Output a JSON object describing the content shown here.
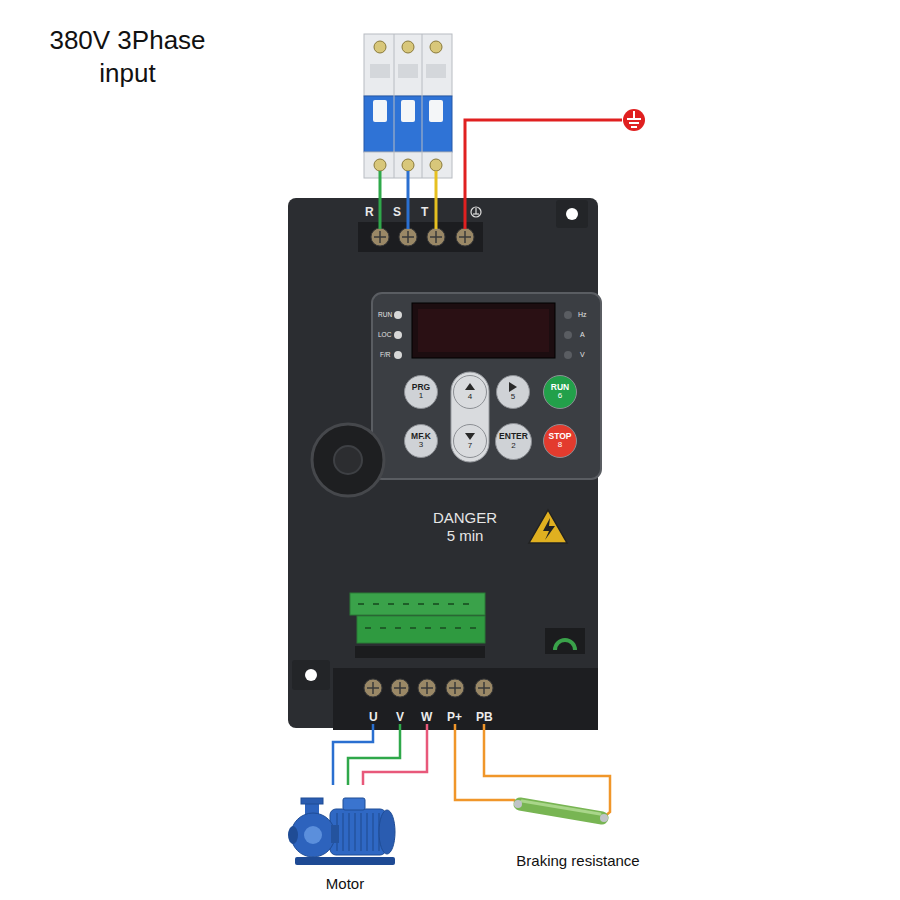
{
  "diagram": {
    "title": "380V 3Phase input",
    "nodes": [
      {
        "text": [
          "PRG",
          "1"
        ]
      },
      {
        "text": [
          "4"
        ]
      },
      {
        "text": [
          "5"
        ]
      },
      {
        "text": [
          "RUN",
          "6"
        ]
      },
      {
        "text": [
          "MF.K",
          "3"
        ]
      },
      {
        "text": [
          "7"
        ]
      },
      {
        "text": [
          "ENTER",
          "2"
        ]
      },
      {
        "text": [
          "STOP",
          "8"
        ]
      },
      {
        "text": [
          "U"
        ]
      },
      {
        "text": [
          "V"
        ]
      },
      {
        "text": [
          "W"
        ]
      },
      {
        "text": [
          "P+"
        ]
      },
      {
        "text": [
          "PB"
        ]
      },
      {
        "text": [
          "Motor"
        ]
      },
      {
        "text": [
          "Braking resistance"
        ]
      }
    ],
    "edges": [
      {
        "from": 8,
        "to": 13,
        "arrow": "none"
      },
      {
        "from": 9,
        "to": 13,
        "arrow": "none"
      },
      {
        "from": 10,
        "to": 13,
        "arrow": "none"
      },
      {
        "from": 11,
        "to": 14,
        "arrow": "none"
      },
      {
        "from": 12,
        "to": 14,
        "arrow": "none"
      }
    ],
    "labels": [
      "R",
      "S",
      "T",
      "RUN",
      "LOC",
      "F/R",
      "Hz",
      "A",
      "V",
      "DANGER 5 min"
    ]
  }
}
